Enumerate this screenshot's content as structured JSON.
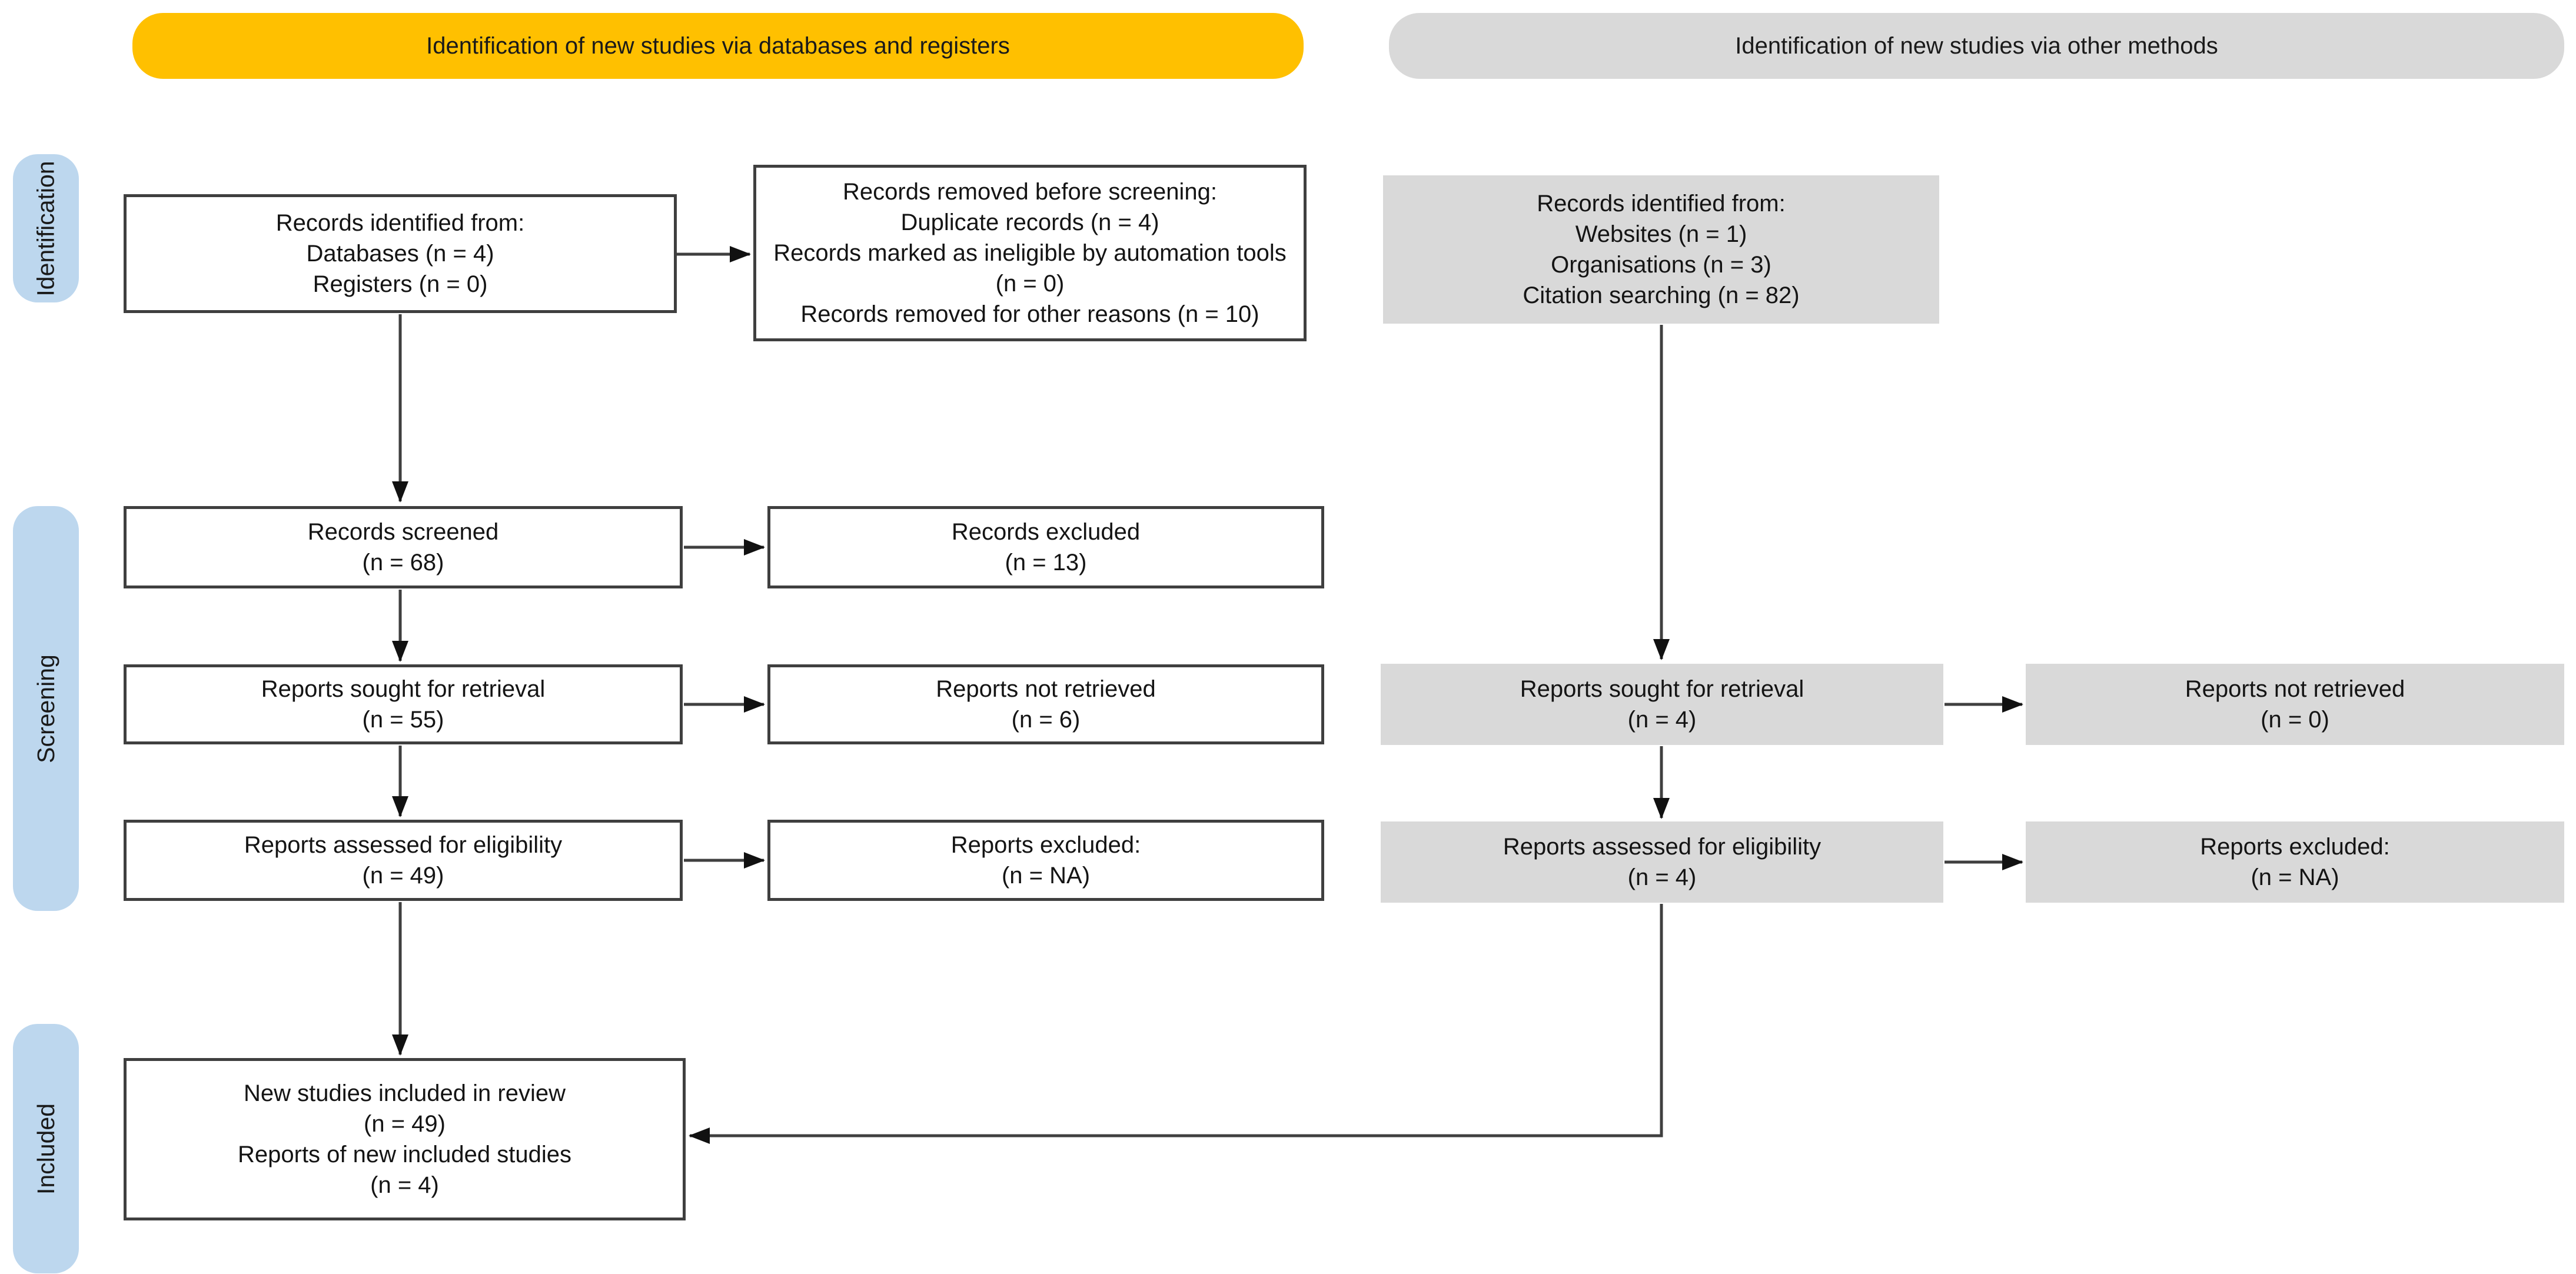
{
  "diagram": {
    "type": "prisma-flow-diagram",
    "banners": {
      "databases_registers": "Identification of new studies via databases and registers",
      "other_methods": "Identification of new studies via other methods"
    },
    "stage_labels": {
      "identification": "Identification",
      "screening": "Screening",
      "included": "Included"
    },
    "colors": {
      "banner_yellow": "#FFC000",
      "banner_gray": "#D9D9D9",
      "stage_blue": "#BDD7EE",
      "gray_box_fill": "#D9D9D9",
      "box_border": "#3F3F3F",
      "arrow": "#3F3F3F"
    },
    "boxes": {
      "records_identified_databases": {
        "lines": [
          "Records identified from:",
          "Databases (n = 4)",
          "Registers (n = 0)"
        ]
      },
      "records_removed_before_screening": {
        "lines": [
          "Records removed before screening:",
          "Duplicate records (n = 4)",
          "Records marked as ineligible by automation tools (n = 0)",
          "Records removed for other reasons (n = 10)"
        ]
      },
      "records_identified_other": {
        "lines": [
          "Records identified from:",
          "Websites (n = 1)",
          "Organisations (n = 3)",
          "Citation searching (n = 82)"
        ]
      },
      "records_screened": {
        "lines": [
          "Records screened",
          "(n = 68)"
        ]
      },
      "records_excluded": {
        "lines": [
          "Records excluded",
          "(n = 13)"
        ]
      },
      "reports_sought_databases": {
        "lines": [
          "Reports sought for retrieval",
          "(n = 55)"
        ]
      },
      "reports_not_retrieved_databases": {
        "lines": [
          "Reports not retrieved",
          "(n = 6)"
        ]
      },
      "reports_sought_other": {
        "lines": [
          "Reports sought for retrieval",
          "(n = 4)"
        ]
      },
      "reports_not_retrieved_other": {
        "lines": [
          "Reports not retrieved",
          "(n = 0)"
        ]
      },
      "reports_assessed_databases": {
        "lines": [
          "Reports assessed for eligibility",
          "(n = 49)"
        ]
      },
      "reports_excluded_databases": {
        "lines": [
          "Reports excluded:",
          "(n = NA)"
        ]
      },
      "reports_assessed_other": {
        "lines": [
          "Reports assessed for eligibility",
          "(n = 4)"
        ]
      },
      "reports_excluded_other": {
        "lines": [
          "Reports excluded:",
          "(n = NA)"
        ]
      },
      "new_studies_included": {
        "lines": [
          "New studies included in review",
          "(n = 49)",
          "Reports of new included studies",
          "(n = 4)"
        ]
      }
    }
  }
}
